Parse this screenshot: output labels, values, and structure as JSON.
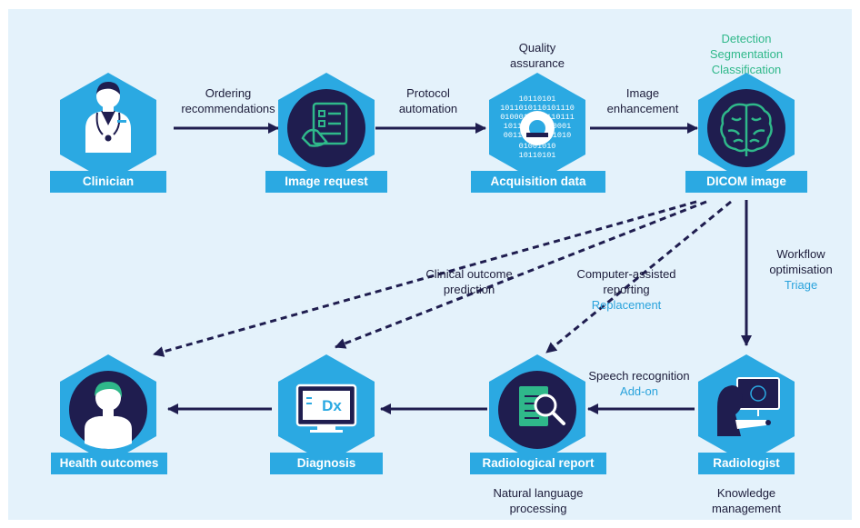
{
  "colors": {
    "background": "#e4f2fb",
    "node_hex": "#2ba9e2",
    "node_circle": "#1f1d4f",
    "arrow": "#1f1d4f",
    "label_bar": "#2ba9e2",
    "accent_teal": "#2fb88a",
    "accent_blue": "#2aa3dc"
  },
  "nodes": {
    "clinician": {
      "label": "Clinician",
      "icon": "doctor-stethoscope-icon"
    },
    "image_request": {
      "label": "Image request",
      "icon": "checklist-form-icon"
    },
    "acquisition_data": {
      "label": "Acquisition data",
      "icon": "scanner-binary-icon"
    },
    "dicom_image": {
      "label": "DICOM image",
      "icon": "brain-icon"
    },
    "radiologist": {
      "label": "Radiologist",
      "icon": "radiologist-monitor-icon"
    },
    "radiological_report": {
      "label": "Radiological report",
      "icon": "report-magnifier-icon"
    },
    "diagnosis": {
      "label": "Diagnosis",
      "icon": "dx-monitor-icon"
    },
    "health_outcomes": {
      "label": "Health outcomes",
      "icon": "patient-icon"
    }
  },
  "binary_text": [
    "10110101",
    "1011010110101110",
    "0100010010110111",
    "1011",
    "0001",
    "0011",
    "1010",
    "01001010",
    "10110101"
  ],
  "dx_text": "Dx",
  "edge_labels": {
    "ordering": [
      "Ordering",
      "recommendations"
    ],
    "protocol": [
      "Protocol",
      "automation"
    ],
    "quality": [
      "Quality",
      "assurance"
    ],
    "image_enhancement": [
      "Image",
      "enhancement"
    ],
    "ai_tasks": [
      "Detection",
      "Segmentation",
      "Classification"
    ],
    "workflow": [
      "Workflow",
      "optimisation"
    ],
    "triage": "Triage",
    "clinical": [
      "Clinical outcome",
      "prediction"
    ],
    "computer_assisted": [
      "Computer-assisted",
      "reporting"
    ],
    "replacement": "Replacement",
    "speech": "Speech recognition",
    "addon": "Add-on",
    "nlp": [
      "Natural language",
      "processing"
    ],
    "knowledge": [
      "Knowledge",
      "management"
    ]
  }
}
